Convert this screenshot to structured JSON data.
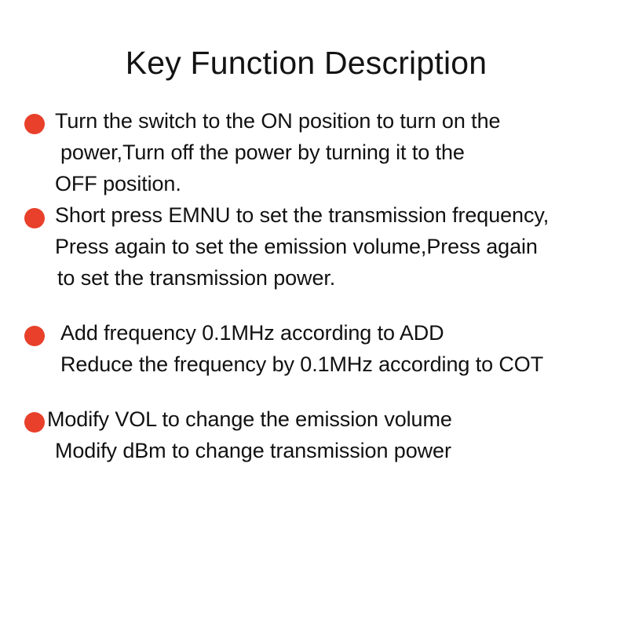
{
  "document": {
    "title": "Key Function Description",
    "background_color": "#ffffff",
    "text_color": "#111111",
    "bullet_color": "#e8402a",
    "bullets": [
      {
        "marker": "red-dot",
        "lines": [
          "Turn the switch to the ON position to turn on the",
          " power,Turn off the power by turning it to the",
          "OFF position."
        ]
      },
      {
        "marker": "red-dot",
        "lines": [
          "Short press EMNU to set the transmission frequency,",
          "Press again to set the emission volume,Press again",
          "to set the transmission power."
        ]
      },
      {
        "marker": "red-dot",
        "lines": [
          "Add frequency 0.1MHz according to ADD",
          "Reduce the frequency by 0.1MHz according to COT"
        ]
      },
      {
        "marker": "red-dot",
        "lines": [
          "Modify VOL to change the emission volume",
          "Modify dBm to change transmission power"
        ]
      }
    ]
  }
}
